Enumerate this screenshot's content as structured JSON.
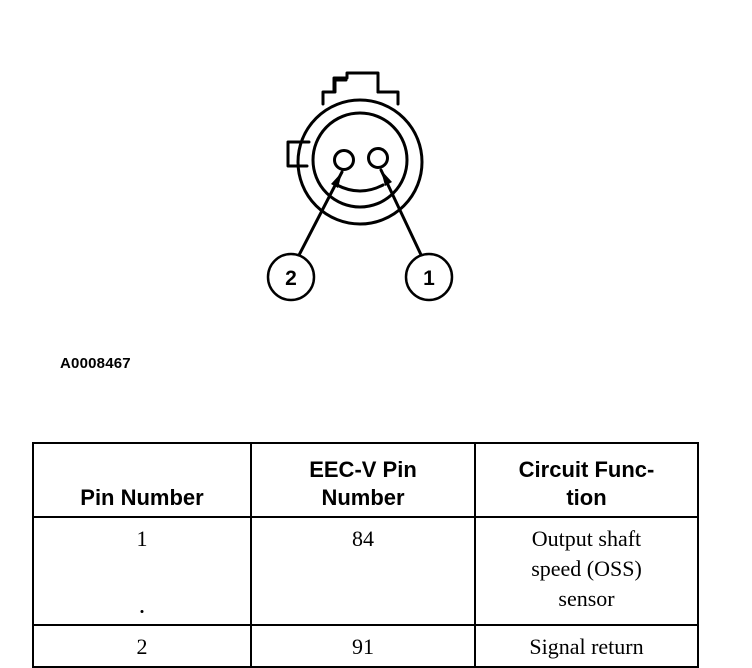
{
  "diagram": {
    "callouts": [
      {
        "label": "2"
      },
      {
        "label": "1"
      }
    ]
  },
  "figure_id": "A0008467",
  "table": {
    "headers": [
      "Pin Number",
      "EEC-V Pin Number",
      "Circuit Func-tion"
    ],
    "header_lines": [
      [
        "Pin Number"
      ],
      [
        "EEC-V Pin",
        "Number"
      ],
      [
        "Circuit Func-",
        "tion"
      ]
    ],
    "rows": [
      {
        "pin": "1",
        "eec_pin": "84",
        "function_lines": [
          "Output shaft",
          "speed (OSS)",
          "sensor"
        ]
      },
      {
        "pin": "2",
        "eec_pin": "91",
        "function_lines": [
          "Signal return"
        ]
      }
    ]
  }
}
